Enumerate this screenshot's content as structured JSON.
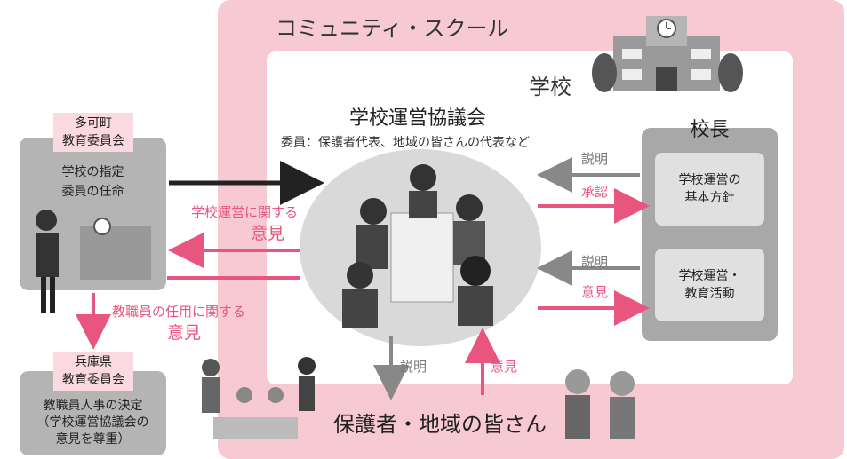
{
  "community_school": {
    "title": "コミュニティ・スクール",
    "school_label": "学校"
  },
  "council": {
    "title": "学校運営協議会",
    "members": "委員：保護者代表、地域の皆さんの代表など"
  },
  "principal": {
    "title": "校長",
    "box1": "学校運営の\n基本方針",
    "box2": "学校運営・\n教育活動"
  },
  "board": {
    "label": "多可町\n教育委員会",
    "text": "学校の指定\n委員の任命"
  },
  "pref_board": {
    "label": "兵庫県\n教育委員会",
    "text": "教職員人事の決定\n（学校運営協議会の\n意見を尊重）"
  },
  "arrows": {
    "opinion_school_line1": "学校運営に関する",
    "opinion_school_line2": "意見",
    "opinion_staff_line1": "教職員の任用に関する",
    "opinion_staff_line2": "意見",
    "explain_top": "説明",
    "approve": "承認",
    "explain_mid": "説明",
    "opinion_right": "意見",
    "explain_down": "説明",
    "opinion_up": "意見"
  },
  "community": {
    "label": "保護者・地域の皆さん"
  },
  "colors": {
    "pink_region": "#f7c9d3",
    "pink_text": "#e8557f",
    "gray_box": "#a8a8a8",
    "council_ellipse": "#d9d9d9"
  }
}
